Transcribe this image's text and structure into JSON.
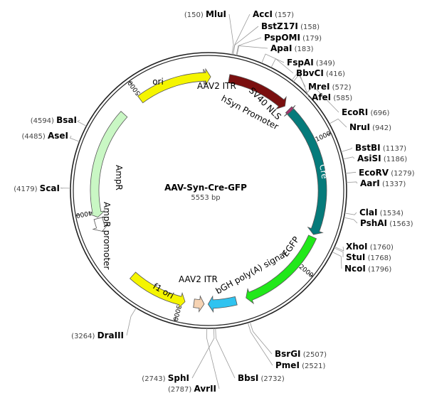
{
  "plasmid": {
    "name": "AAV-Syn-Cre-GFP",
    "length_label": "5553 bp",
    "length": 5553
  },
  "ticks": [
    "1000",
    "2000",
    "3000",
    "4000",
    "5000"
  ],
  "features": [
    {
      "id": "aav2-itr-1",
      "label": "AAV2 ITR",
      "color": "#f6d3b3",
      "start": 5480,
      "end": 5545,
      "dir": 1
    },
    {
      "id": "hsyn-promoter",
      "label": "hSyn Promoter",
      "color": "#7a0f0f",
      "start": 160,
      "end": 650,
      "dir": 1
    },
    {
      "id": "sv40-nls",
      "label": "SV40 NLS",
      "color": "#a8336f",
      "start": 690,
      "end": 712,
      "dir": 1
    },
    {
      "id": "cre",
      "label": "Cre",
      "color": "#067b7b",
      "start": 712,
      "end": 1740,
      "dir": 1
    },
    {
      "id": "egfp",
      "label": "EGFP",
      "color": "#21e81a",
      "start": 1760,
      "end": 2480,
      "dir": 1
    },
    {
      "id": "bgh-polya",
      "label": "bGH poly(A) signal",
      "color": "#2fc3f0",
      "start": 2560,
      "end": 2780,
      "dir": 1
    },
    {
      "id": "aav2-itr-2",
      "label": "AAV2 ITR",
      "color": "#f6d3b3",
      "start": 2810,
      "end": 2890,
      "dir": -1
    },
    {
      "id": "f1-ori",
      "label": "f1 ori",
      "color": "#f5f500",
      "start": 2960,
      "end": 3420,
      "dir": -1
    },
    {
      "id": "ampr-promoter",
      "label": "AmpR promoter",
      "color": "#ffffff",
      "start": 3840,
      "end": 3945,
      "dir": -1
    },
    {
      "id": "ampr",
      "label": "AmpR",
      "color": "#c9f7c4",
      "start": 3955,
      "end": 4815,
      "dir": -1
    },
    {
      "id": "ori",
      "label": "ori",
      "color": "#f5f500",
      "start": 4985,
      "end": 5570,
      "dir": 1
    }
  ],
  "sites": [
    {
      "name": "MluI",
      "pos": "(150)"
    },
    {
      "name": "AccI",
      "pos": "(157)"
    },
    {
      "name": "BstZ17I",
      "pos": "(158)"
    },
    {
      "name": "PspOMI",
      "pos": "(179)"
    },
    {
      "name": "ApaI",
      "pos": "(183)"
    },
    {
      "name": "FspAI",
      "pos": "(349)"
    },
    {
      "name": "BbvCI",
      "pos": "(416)"
    },
    {
      "name": "MreI",
      "pos": "(572)"
    },
    {
      "name": "AfeI",
      "pos": "(585)"
    },
    {
      "name": "EcoRI",
      "pos": "(696)"
    },
    {
      "name": "NruI",
      "pos": "(942)"
    },
    {
      "name": "BstBI",
      "pos": "(1137)"
    },
    {
      "name": "AsiSI",
      "pos": "(1186)"
    },
    {
      "name": "EcoRV",
      "pos": "(1279)"
    },
    {
      "name": "AarI",
      "pos": "(1337)"
    },
    {
      "name": "ClaI",
      "pos": "(1534)"
    },
    {
      "name": "PshAI",
      "pos": "(1563)"
    },
    {
      "name": "XhoI",
      "pos": "(1760)"
    },
    {
      "name": "StuI",
      "pos": "(1768)"
    },
    {
      "name": "NcoI",
      "pos": "(1796)"
    },
    {
      "name": "BsrGI",
      "pos": "(2507)"
    },
    {
      "name": "PmeI",
      "pos": "(2521)"
    },
    {
      "name": "BbsI",
      "pos": "(2732)"
    },
    {
      "name": "SphI",
      "pos": "(2743)"
    },
    {
      "name": "AvrII",
      "pos": "(2787)"
    },
    {
      "name": "DraIII",
      "pos": "(3264)"
    },
    {
      "name": "ScaI",
      "pos": "(4179)"
    },
    {
      "name": "AseI",
      "pos": "(4485)"
    },
    {
      "name": "BsaI",
      "pos": "(4594)"
    }
  ]
}
